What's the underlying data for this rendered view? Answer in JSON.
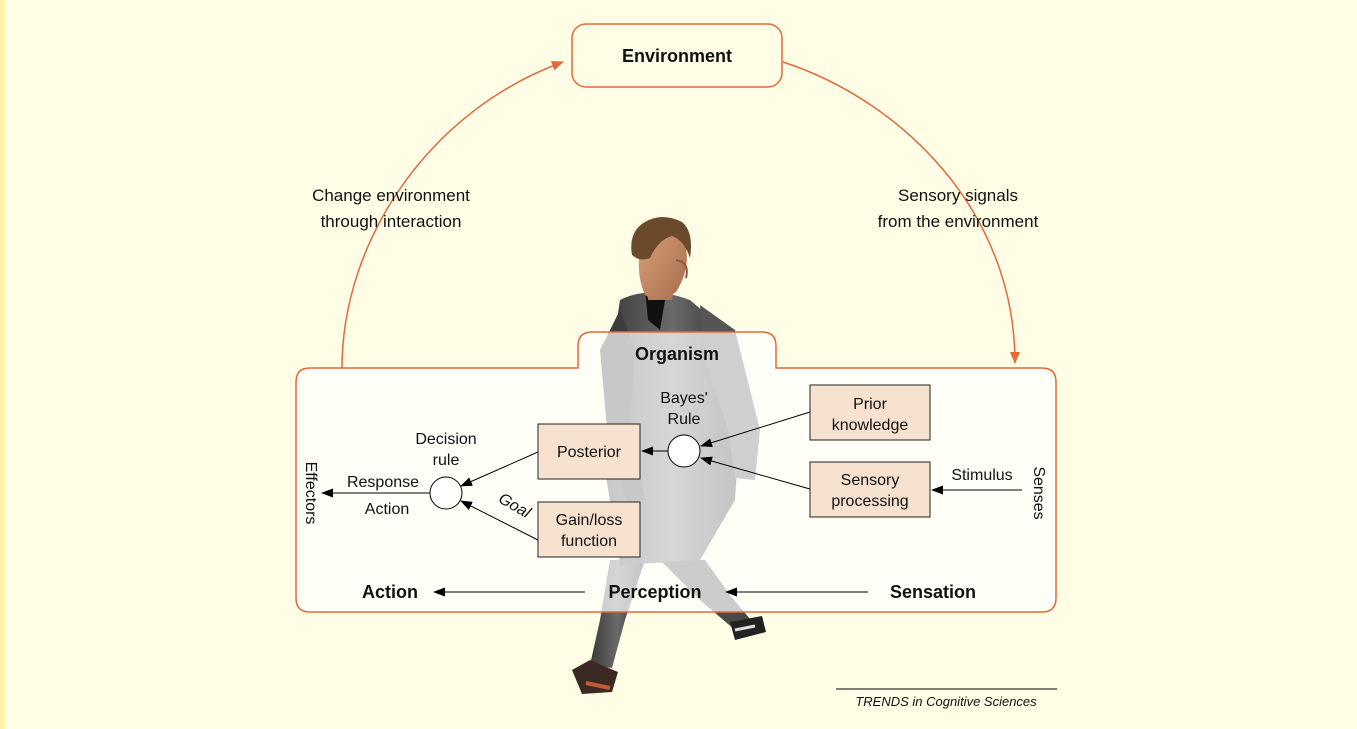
{
  "environment": {
    "label": "Environment"
  },
  "arc_labels": {
    "left_line1": "Change environment",
    "left_line2": "through interaction",
    "right_line1": "Sensory signals",
    "right_line2": "from the environment"
  },
  "organism": {
    "label": "Organism"
  },
  "nodes": {
    "bayes_line1": "Bayes'",
    "bayes_line2": "Rule",
    "decision_line1": "Decision",
    "decision_line2": "rule",
    "posterior": "Posterior",
    "gainloss_line1": "Gain/loss",
    "gainloss_line2": "function",
    "prior_line1": "Prior",
    "prior_line2": "knowledge",
    "sensory_line1": "Sensory",
    "sensory_line2": "processing"
  },
  "edge_labels": {
    "stimulus": "Stimulus",
    "senses": "Senses",
    "effectors": "Effectors",
    "response": "Response",
    "action_small": "Action",
    "goal": "Goal"
  },
  "stages": {
    "action": "Action",
    "perception": "Perception",
    "sensation": "Sensation"
  },
  "credit": "TRENDS in Cognitive Sciences",
  "colors": {
    "background": "#fffde6",
    "accent_orange": "#e06a3a",
    "box_fill": "#f7e1cf"
  },
  "illustration": "walking-man-figure"
}
